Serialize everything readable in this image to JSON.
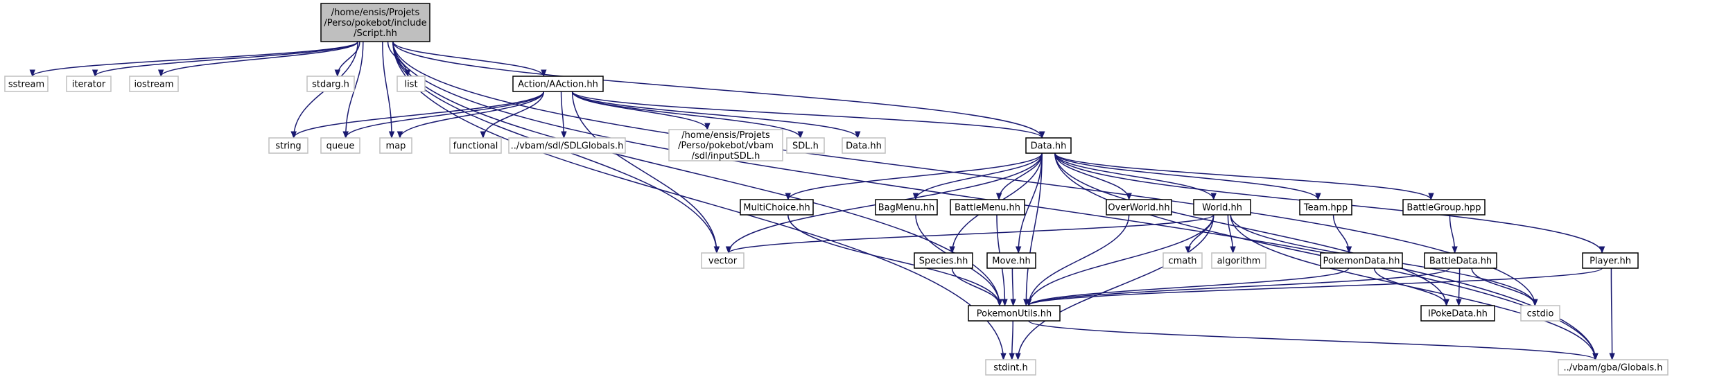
{
  "diagram": {
    "nodes": [
      {
        "id": "script",
        "kind": "root",
        "lines": [
          "/home/ensis/Projets",
          "/Perso/pokebot/include",
          "/Script.hh"
        ]
      },
      {
        "id": "sstream",
        "kind": "system",
        "lines": [
          "sstream"
        ]
      },
      {
        "id": "iterator",
        "kind": "system",
        "lines": [
          "iterator"
        ]
      },
      {
        "id": "iostream",
        "kind": "system",
        "lines": [
          "iostream"
        ]
      },
      {
        "id": "stdarg",
        "kind": "system",
        "lines": [
          "stdarg.h"
        ]
      },
      {
        "id": "list",
        "kind": "system",
        "lines": [
          "list"
        ]
      },
      {
        "id": "aaction",
        "kind": "user",
        "lines": [
          "Action/AAction.hh"
        ]
      },
      {
        "id": "string",
        "kind": "system",
        "lines": [
          "string"
        ]
      },
      {
        "id": "queue",
        "kind": "system",
        "lines": [
          "queue"
        ]
      },
      {
        "id": "map",
        "kind": "system",
        "lines": [
          "map"
        ]
      },
      {
        "id": "functional",
        "kind": "system",
        "lines": [
          "functional"
        ]
      },
      {
        "id": "sdlglobals",
        "kind": "system",
        "lines": [
          "../vbam/sdl/SDLGlobals.h"
        ]
      },
      {
        "id": "inputsdl",
        "kind": "system",
        "lines": [
          "/home/ensis/Projets",
          "/Perso/pokebot/vbam",
          "/sdl/inputSDL.h"
        ]
      },
      {
        "id": "sdlh",
        "kind": "system",
        "lines": [
          "SDL.h"
        ]
      },
      {
        "id": "datahh_sys",
        "kind": "system",
        "lines": [
          "Data.hh"
        ]
      },
      {
        "id": "data",
        "kind": "user",
        "lines": [
          "Data.hh"
        ]
      },
      {
        "id": "multichoice",
        "kind": "user",
        "lines": [
          "MultiChoice.hh"
        ]
      },
      {
        "id": "bagmenu",
        "kind": "user",
        "lines": [
          "BagMenu.hh"
        ]
      },
      {
        "id": "battlemenu",
        "kind": "user",
        "lines": [
          "BattleMenu.hh"
        ]
      },
      {
        "id": "overworld",
        "kind": "user",
        "lines": [
          "OverWorld.hh"
        ]
      },
      {
        "id": "world",
        "kind": "user",
        "lines": [
          "World.hh"
        ]
      },
      {
        "id": "team",
        "kind": "user",
        "lines": [
          "Team.hpp"
        ]
      },
      {
        "id": "battlegroup",
        "kind": "user",
        "lines": [
          "BattleGroup.hpp"
        ]
      },
      {
        "id": "vector",
        "kind": "system",
        "lines": [
          "vector"
        ]
      },
      {
        "id": "species",
        "kind": "user",
        "lines": [
          "Species.hh"
        ]
      },
      {
        "id": "move",
        "kind": "user",
        "lines": [
          "Move.hh"
        ]
      },
      {
        "id": "cmath",
        "kind": "system",
        "lines": [
          "cmath"
        ]
      },
      {
        "id": "algorithm",
        "kind": "system",
        "lines": [
          "algorithm"
        ]
      },
      {
        "id": "pokemondata",
        "kind": "user",
        "lines": [
          "PokemonData.hh"
        ]
      },
      {
        "id": "battledata",
        "kind": "user",
        "lines": [
          "BattleData.hh"
        ]
      },
      {
        "id": "player",
        "kind": "user",
        "lines": [
          "Player.hh"
        ]
      },
      {
        "id": "pokemonutils",
        "kind": "user",
        "lines": [
          "PokemonUtils.hh"
        ]
      },
      {
        "id": "ipokedata",
        "kind": "user",
        "lines": [
          "IPokeData.hh"
        ]
      },
      {
        "id": "cstdio",
        "kind": "system",
        "lines": [
          "cstdio"
        ]
      },
      {
        "id": "stdint",
        "kind": "system",
        "lines": [
          "stdint.h"
        ]
      },
      {
        "id": "globals",
        "kind": "system",
        "lines": [
          "../vbam/gba/Globals.h"
        ]
      }
    ],
    "edges": [
      [
        "script",
        "sstream"
      ],
      [
        "script",
        "iterator"
      ],
      [
        "script",
        "iostream"
      ],
      [
        "script",
        "stdarg"
      ],
      [
        "script",
        "list"
      ],
      [
        "script",
        "aaction"
      ],
      [
        "script",
        "string"
      ],
      [
        "script",
        "queue"
      ],
      [
        "script",
        "map"
      ],
      [
        "script",
        "vector"
      ],
      [
        "script",
        "stdint"
      ],
      [
        "script",
        "pokemonutils"
      ],
      [
        "script",
        "data"
      ],
      [
        "script",
        "cstdio"
      ],
      [
        "script",
        "globals"
      ],
      [
        "aaction",
        "string"
      ],
      [
        "aaction",
        "queue"
      ],
      [
        "aaction",
        "map"
      ],
      [
        "aaction",
        "functional"
      ],
      [
        "aaction",
        "sdlglobals"
      ],
      [
        "aaction",
        "inputsdl"
      ],
      [
        "aaction",
        "sdlh"
      ],
      [
        "aaction",
        "datahh_sys"
      ],
      [
        "aaction",
        "data"
      ],
      [
        "aaction",
        "vector"
      ],
      [
        "data",
        "multichoice"
      ],
      [
        "data",
        "bagmenu"
      ],
      [
        "data",
        "battlemenu"
      ],
      [
        "data",
        "overworld"
      ],
      [
        "data",
        "world"
      ],
      [
        "data",
        "team"
      ],
      [
        "data",
        "battlegroup"
      ],
      [
        "data",
        "player"
      ],
      [
        "data",
        "vector"
      ],
      [
        "data",
        "species"
      ],
      [
        "data",
        "move"
      ],
      [
        "data",
        "pokemonutils"
      ],
      [
        "data",
        "ipokedata"
      ],
      [
        "data",
        "globals"
      ],
      [
        "multichoice",
        "pokemonutils"
      ],
      [
        "bagmenu",
        "pokemonutils"
      ],
      [
        "battlemenu",
        "pokemonutils"
      ],
      [
        "overworld",
        "pokemonutils"
      ],
      [
        "world",
        "vector"
      ],
      [
        "world",
        "cmath"
      ],
      [
        "world",
        "algorithm"
      ],
      [
        "world",
        "pokemonutils"
      ],
      [
        "world",
        "cstdio"
      ],
      [
        "world",
        "stdint"
      ],
      [
        "world",
        "globals"
      ],
      [
        "team",
        "pokemondata"
      ],
      [
        "battlegroup",
        "battledata"
      ],
      [
        "species",
        "pokemonutils"
      ],
      [
        "move",
        "pokemonutils"
      ],
      [
        "pokemondata",
        "pokemonutils"
      ],
      [
        "pokemondata",
        "ipokedata"
      ],
      [
        "battledata",
        "pokemonutils"
      ],
      [
        "battledata",
        "ipokedata"
      ],
      [
        "battledata",
        "cstdio"
      ],
      [
        "player",
        "pokemonutils"
      ],
      [
        "player",
        "globals"
      ],
      [
        "pokemonutils",
        "stdint"
      ],
      [
        "pokemonutils",
        "globals"
      ]
    ]
  }
}
